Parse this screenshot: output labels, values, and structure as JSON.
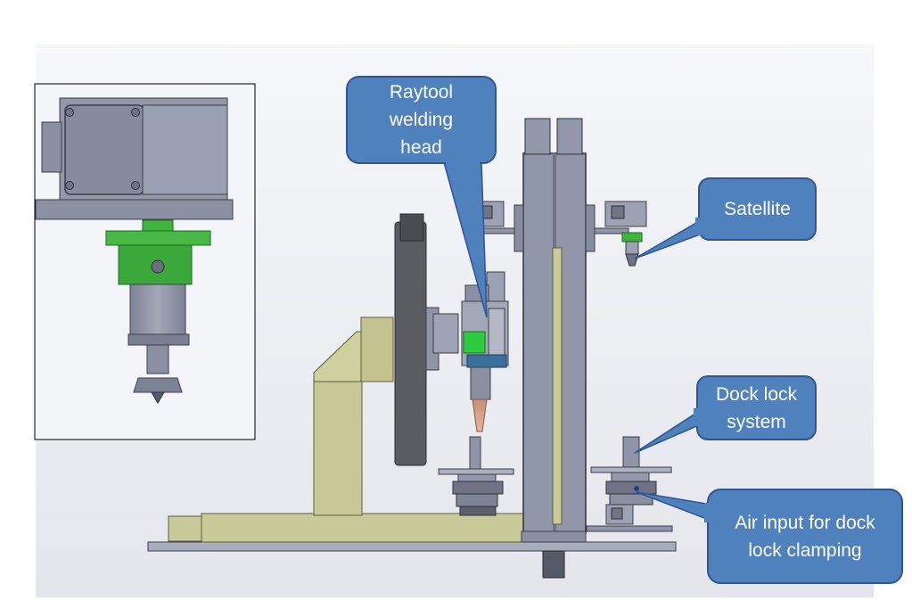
{
  "callouts": {
    "welding_head": "Raytool\nwelding\nhead",
    "satellite": "Satellite",
    "dock_lock": "Dock lock\nsystem",
    "air_input": "Air input for dock\nlock clamping"
  },
  "colors": {
    "callout_fill": "#4f81bd",
    "callout_stroke": "#2f5597",
    "frame_grey": "#8e93a6",
    "olive": "#c9ca9a",
    "green_part": "#3fb43f"
  }
}
